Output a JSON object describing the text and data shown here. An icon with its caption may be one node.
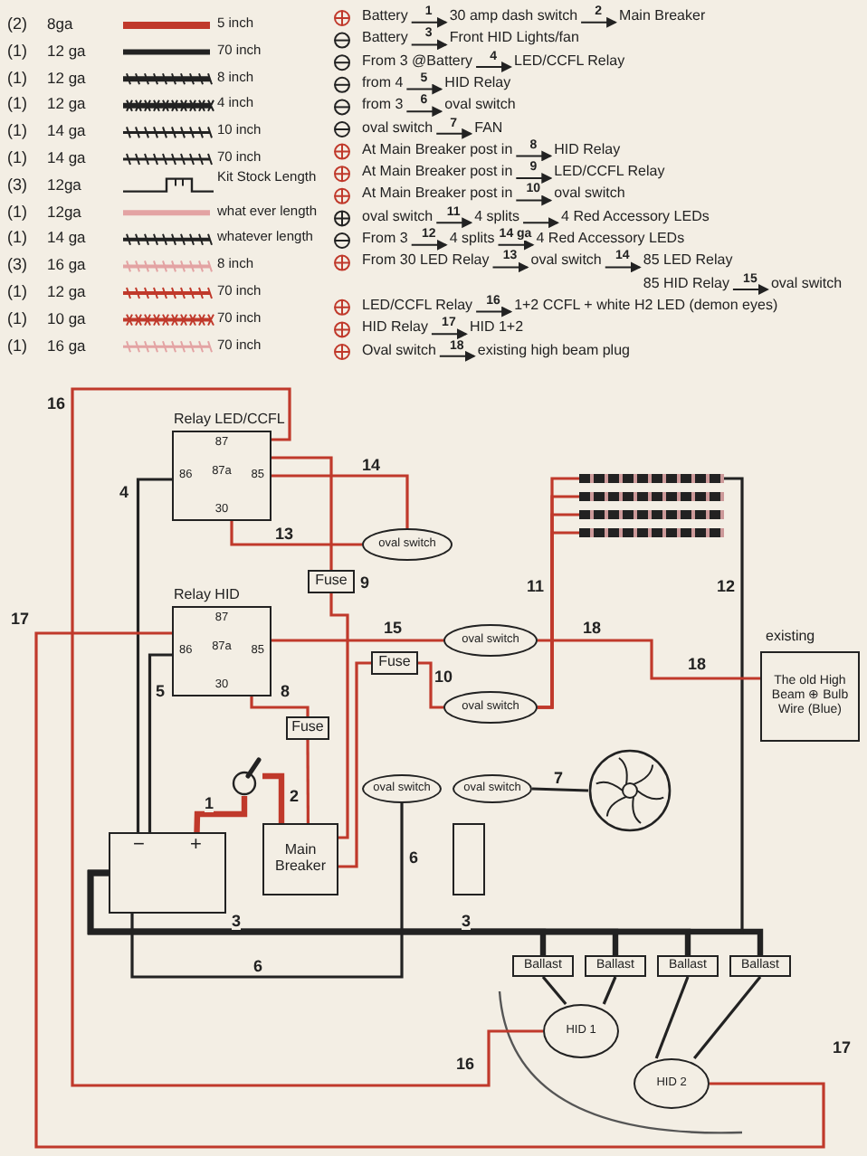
{
  "diagram": {
    "nodes": [
      {
        "text": [
          "Battery"
        ]
      },
      {
        "text": [
          "30 amp dash switch"
        ]
      },
      {
        "text": [
          "Main Breaker"
        ]
      },
      {
        "text": [
          "Battery"
        ]
      },
      {
        "text": [
          "Front HID Lights/fan"
        ]
      },
      {
        "text": [
          "From 3 @Battery"
        ]
      },
      {
        "text": [
          "LED/CCFL Relay"
        ]
      },
      {
        "text": [
          "from 4"
        ]
      },
      {
        "text": [
          "HID Relay"
        ]
      },
      {
        "text": [
          "from 3"
        ]
      },
      {
        "text": [
          "oval switch"
        ]
      },
      {
        "text": [
          "oval switch"
        ]
      },
      {
        "text": [
          "FAN"
        ]
      },
      {
        "text": [
          "At Main Breaker post in"
        ]
      },
      {
        "text": [
          "HID Relay"
        ]
      },
      {
        "text": [
          "At Main Breaker post in"
        ]
      },
      {
        "text": [
          "LED/CCFL Relay"
        ]
      },
      {
        "text": [
          "At Main Breaker post in"
        ]
      },
      {
        "text": [
          "oval switch"
        ]
      },
      {
        "text": [
          "oval switch"
        ]
      },
      {
        "text": [
          "4 splits"
        ]
      },
      {
        "text": [
          "4 Red Accessory LEDs"
        ]
      },
      {
        "text": [
          "From 3"
        ]
      },
      {
        "text": [
          "4 splits"
        ]
      },
      {
        "text": [
          "4 Red Accessory LEDs"
        ]
      },
      {
        "text": [
          "From 30 LED Relay"
        ]
      },
      {
        "text": [
          "oval switch"
        ]
      },
      {
        "text": [
          "85 LED Relay"
        ]
      },
      {
        "text": [
          "85 HID Relay"
        ]
      },
      {
        "text": [
          "oval switch"
        ]
      },
      {
        "text": [
          "LED/CCFL Relay"
        ]
      },
      {
        "text": [
          "1+2 CCFL + white H2 LED (demon eyes)"
        ]
      },
      {
        "text": [
          "HID Relay"
        ]
      },
      {
        "text": [
          "HID 1+2"
        ]
      },
      {
        "text": [
          "Oval switch"
        ]
      },
      {
        "text": [
          "existing high beam plug"
        ]
      },
      {
        "text": [
          "Relay LED/CCFL",
          "87",
          "87a",
          "86",
          "85",
          "30"
        ]
      },
      {
        "text": [
          "Relay HID",
          "87",
          "87a",
          "86",
          "85",
          "30"
        ]
      },
      {
        "text": [
          "Fuse"
        ]
      },
      {
        "text": [
          "Fuse"
        ]
      },
      {
        "text": [
          "Fuse"
        ]
      },
      {
        "text": [],
        "shape": "circle"
      },
      {
        "text": [
          "−",
          "+"
        ]
      },
      {
        "text": [
          "Main Breaker"
        ]
      },
      {
        "text": [],
        "shape": "box"
      },
      {
        "text": [
          "oval switch"
        ]
      },
      {
        "text": [
          "oval switch"
        ]
      },
      {
        "text": [
          "oval switch"
        ]
      },
      {
        "text": [
          "oval switch"
        ]
      },
      {
        "text": [
          "oval switch"
        ]
      },
      {
        "text": [],
        "shape": "picture"
      },
      {
        "text": [],
        "shape": "bar"
      },
      {
        "text": [],
        "shape": "bar"
      },
      {
        "text": [],
        "shape": "bar"
      },
      {
        "text": [],
        "shape": "bar"
      },
      {
        "text": [
          "The old High Beam ⊕ Bulb Wire (Blue)"
        ],
        "beside": [
          "existing"
        ]
      },
      {
        "text": [
          "Ballast"
        ]
      },
      {
        "text": [
          "Ballast"
        ]
      },
      {
        "text": [
          "Ballast"
        ]
      },
      {
        "text": [
          "Ballast"
        ]
      },
      {
        "text": [
          "HID 1"
        ]
      },
      {
        "text": [
          "HID 2"
        ]
      }
    ],
    "edges": [
      {
        "from": 0,
        "to": 1,
        "arrow": "to",
        "label": "1"
      },
      {
        "from": 1,
        "to": 2,
        "arrow": "to",
        "label": "2"
      },
      {
        "from": 3,
        "to": 4,
        "arrow": "to",
        "label": "3"
      },
      {
        "from": 5,
        "to": 6,
        "arrow": "to",
        "label": "4"
      },
      {
        "from": 7,
        "to": 8,
        "arrow": "to",
        "label": "5"
      },
      {
        "from": 9,
        "to": 10,
        "arrow": "to",
        "label": "6"
      },
      {
        "from": 11,
        "to": 12,
        "arrow": "to",
        "label": "7"
      },
      {
        "from": 13,
        "to": 14,
        "arrow": "to",
        "label": "8"
      },
      {
        "from": 15,
        "to": 16,
        "arrow": "to",
        "label": "9"
      },
      {
        "from": 17,
        "to": 18,
        "arrow": "to",
        "label": "10"
      },
      {
        "from": 19,
        "to": 20,
        "arrow": "to",
        "label": "11"
      },
      {
        "from": 20,
        "to": 21,
        "arrow": "to"
      },
      {
        "from": 22,
        "to": 23,
        "arrow": "to",
        "label": "12"
      },
      {
        "from": 23,
        "to": 24,
        "arrow": "to",
        "label": "14 ga"
      },
      {
        "from": 25,
        "to": 26,
        "arrow": "to",
        "label": "13"
      },
      {
        "from": 26,
        "to": 27,
        "arrow": "to",
        "label": "14"
      },
      {
        "from": 28,
        "to": 29,
        "arrow": "to",
        "label": "15"
      },
      {
        "from": 30,
        "to": 31,
        "arrow": "to",
        "label": "16"
      },
      {
        "from": 32,
        "to": 33,
        "arrow": "to",
        "label": "17"
      },
      {
        "from": 34,
        "to": 35,
        "arrow": "to",
        "label": "18"
      },
      {
        "from": 42,
        "to": 41,
        "arrow": "none",
        "label": "1",
        "style": "thick",
        "color": "#c0392b"
      },
      {
        "from": 41,
        "to": 43,
        "arrow": "none",
        "label": "2",
        "style": "thick",
        "color": "#c0392b"
      },
      {
        "from": 42,
        "to": 56,
        "arrow": "none",
        "label": "3",
        "style": "thick"
      },
      {
        "from": 42,
        "to": 57,
        "arrow": "none",
        "label": "3",
        "style": "thick"
      },
      {
        "from": 42,
        "to": 58,
        "arrow": "none",
        "style": "thick"
      },
      {
        "from": 42,
        "to": 59,
        "arrow": "none",
        "style": "thick"
      },
      {
        "from": 42,
        "to": 36,
        "arrow": "none",
        "label": "4"
      },
      {
        "from": 42,
        "to": 37,
        "arrow": "none",
        "label": "5"
      },
      {
        "from": 42,
        "to": 48,
        "arrow": "none",
        "label": "6"
      },
      {
        "from": 49,
        "to": 50,
        "arrow": "none",
        "label": "7"
      },
      {
        "from": 43,
        "to": 40,
        "arrow": "none",
        "color": "#c0392b"
      },
      {
        "from": 40,
        "to": 37,
        "arrow": "none",
        "label": "8",
        "color": "#c0392b"
      },
      {
        "from": 43,
        "to": 38,
        "arrow": "none",
        "color": "#c0392b"
      },
      {
        "from": 38,
        "to": 36,
        "arrow": "none",
        "label": "9",
        "color": "#c0392b"
      },
      {
        "from": 43,
        "to": 39,
        "arrow": "none",
        "color": "#c0392b"
      },
      {
        "from": 39,
        "to": 47,
        "arrow": "none",
        "label": "10",
        "color": "#c0392b"
      },
      {
        "from": 47,
        "to": 51,
        "arrow": "none",
        "label": "11",
        "color": "#c0392b"
      },
      {
        "from": 47,
        "to": 52,
        "arrow": "none",
        "color": "#c0392b"
      },
      {
        "from": 47,
        "to": 53,
        "arrow": "none",
        "color": "#c0392b"
      },
      {
        "from": 47,
        "to": 54,
        "arrow": "none",
        "color": "#c0392b"
      },
      {
        "from": 42,
        "to": 51,
        "arrow": "none",
        "label": "12"
      },
      {
        "from": 36,
        "to": 45,
        "arrow": "none",
        "label": "13",
        "color": "#c0392b"
      },
      {
        "from": 36,
        "to": 45,
        "arrow": "none",
        "label": "14",
        "color": "#c0392b"
      },
      {
        "from": 37,
        "to": 46,
        "arrow": "none",
        "label": "15",
        "color": "#c0392b"
      },
      {
        "from": 36,
        "to": 60,
        "arrow": "none",
        "label": "16",
        "color": "#c0392b"
      },
      {
        "from": 37,
        "to": 61,
        "arrow": "none",
        "label": "17",
        "color": "#c0392b"
      },
      {
        "from": 46,
        "to": 55,
        "arrow": "none",
        "label": "18",
        "color": "#c0392b"
      },
      {
        "from": 56,
        "to": 60,
        "arrow": "none"
      },
      {
        "from": 57,
        "to": 60,
        "arrow": "none"
      },
      {
        "from": 58,
        "to": 61,
        "arrow": "none"
      },
      {
        "from": 59,
        "to": 61,
        "arrow": "none"
      }
    ],
    "labels": [
      "(2)",
      "8ga",
      "5 inch",
      "(1)",
      "12 ga",
      "70 inch",
      "(1)",
      "12 ga",
      "8 inch",
      "(1)",
      "12 ga",
      "4 inch",
      "(1)",
      "14 ga",
      "10 inch",
      "(1)",
      "14 ga",
      "70 inch",
      "(3)",
      "12ga",
      "Kit Stock Length",
      "(1)",
      "12ga",
      "what ever length",
      "(1)",
      "14 ga",
      "whatever length",
      "(3)",
      "16 ga",
      "8 inch",
      "(1)",
      "12 ga",
      "70 inch",
      "(1)",
      "10 ga",
      "70 inch",
      "(1)",
      "16 ga",
      "70 inch",
      "6",
      "16",
      "17",
      "18"
    ]
  }
}
